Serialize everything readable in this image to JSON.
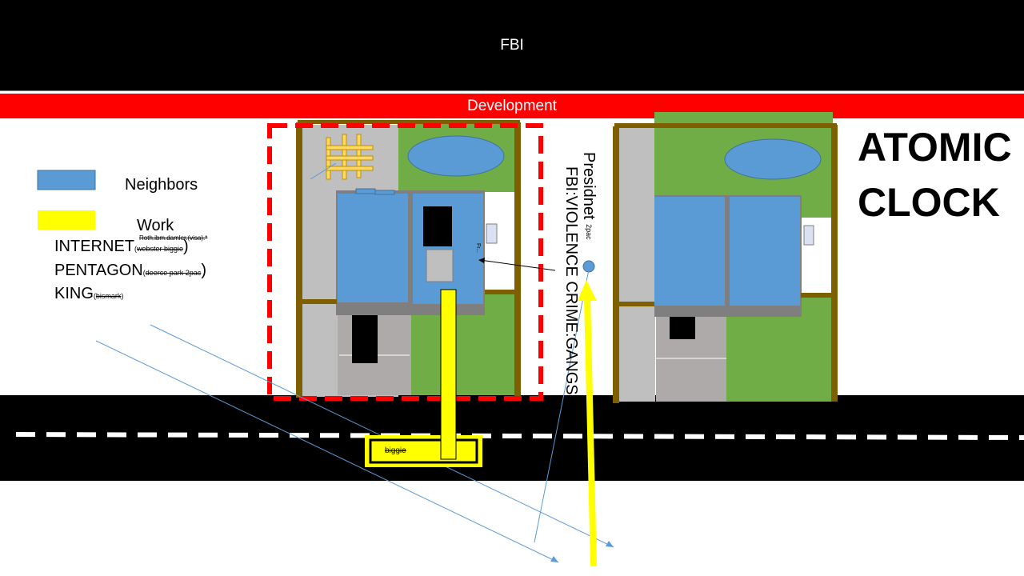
{
  "header": {
    "title": "FBI"
  },
  "band": {
    "title": "Development"
  },
  "side_title": {
    "line1": "ATOMIC",
    "line2": "CLOCK"
  },
  "legend": {
    "neighbors": {
      "label": "Neighbors",
      "color": "#5b9bd5"
    },
    "work": {
      "label": "Work",
      "color": "#ffff00"
    }
  },
  "entries": {
    "internet": {
      "main": "INTERNET",
      "paren_open": "(",
      "sub": "webster biggie",
      "paren_close": ")",
      "sup": "Roth.ibm.damler.(visa).*"
    },
    "pentagon": {
      "main": "PENTAGON",
      "paren_open": "(",
      "sub": "deerce park 2pac",
      "paren_close": ")"
    },
    "king": {
      "main": "KING",
      "paren_open": "(",
      "sub": "bismark",
      "paren_close": ")"
    }
  },
  "president": {
    "label": "Presidnet",
    "sub": "2pac"
  },
  "fbi_note": {
    "text": "FBI:VIOLENCE CRIME:GANGS"
  },
  "tiny_label": {
    "text": "Fr..."
  },
  "work_box": {
    "label": "biggie"
  },
  "colors": {
    "lawn": "#70ad47",
    "driveway": "#bfbfbf",
    "pool": "#5b9bd5",
    "fence": "#7f6000",
    "boundary": "#ff0000",
    "work": "#ffff00",
    "road": "#000000",
    "line": "#5b9bd5"
  }
}
